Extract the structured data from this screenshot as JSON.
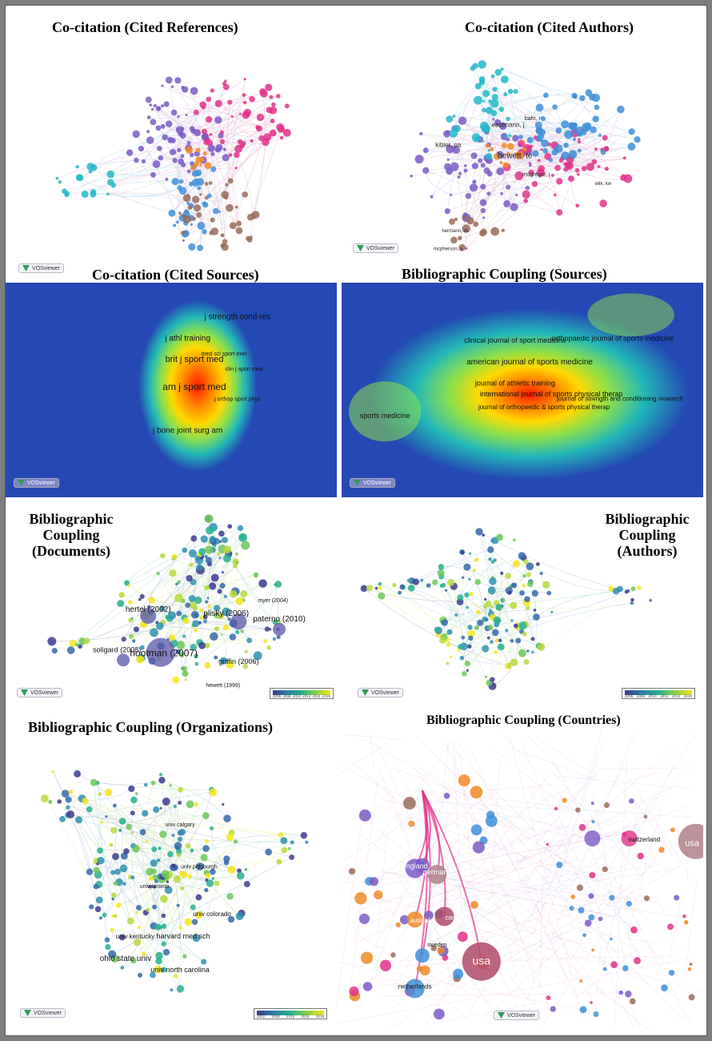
{
  "panels": {
    "p1": {
      "title": "Co-citation (Cited References)"
    },
    "p2": {
      "title": "Co-citation (Cited Authors)"
    },
    "p3": {
      "title": "Co-citation (Cited Sources)"
    },
    "p4": {
      "title": "Bibliographic Coupling (Sources)"
    },
    "p5": {
      "title_line1": "Bibliographic",
      "title_line2": "Coupling",
      "title_line3": "(Documents)"
    },
    "p6": {
      "title_line1": "Bibliographic",
      "title_line2": "Coupling",
      "title_line3": "(Authors)"
    },
    "p7": {
      "title": "Bibliographic Coupling (Organizations)"
    },
    "p8": {
      "title": "Bibliographic Coupling (Countries)"
    }
  },
  "watermark": {
    "label": "VOSviewer"
  },
  "colors": {
    "purple": "#7a5bc4",
    "pink": "#e0338a",
    "teal": "#22b8c8",
    "blue": "#3f8fd8",
    "orange": "#f08a24",
    "brown": "#9a6b5a",
    "heat_bg": "#2448b4"
  },
  "legends": {
    "documents_years": [
      "2006",
      "2008",
      "2010",
      "2012",
      "2014",
      "2016"
    ],
    "authors_years": [
      "2006",
      "2008",
      "2010",
      "2012",
      "2014",
      "2016"
    ],
    "organizations_years": [
      "2002",
      "2006",
      "2010",
      "2014",
      "2018"
    ]
  },
  "node_labels": {
    "cited_authors": [
      "hewett, te",
      "kibler, pa",
      "eastmann, j",
      "bahr, r",
      "hermann, ds",
      "mcpherson, a",
      "mcgregor, j",
      "wilk, kw"
    ],
    "cited_sources": [
      "am j sport med",
      "brit j sport med",
      "j athl training",
      "j strength cond res",
      "j bone joint surg am",
      "j orthop sport phys",
      "med sci sport exer",
      "clin j sport med"
    ],
    "sources": [
      "american journal of sports medicine",
      "clinical journal of sport medicine",
      "journal of athletic training",
      "international journal of sports physical therap",
      "journal of orthopaedic & sports physical therap",
      "sports medicine",
      "orthopaedic journal of sports medicine",
      "journal of strength and conditioning research"
    ],
    "documents": [
      "hootman (2007)",
      "hertel (2002)",
      "plisky (2006)",
      "paterno (2010)",
      "soligard (2008)",
      "griffin (2006)",
      "myer (2004)",
      "hewett (1999)"
    ],
    "organizations": [
      "ohio state univ",
      "univ north carolina",
      "harvard med sch",
      "univ colorado",
      "univ kentucky",
      "univ toronto",
      "univ calgary",
      "univ pittsburgh"
    ],
    "countries": [
      "usa",
      "england",
      "germany",
      "canada",
      "australia",
      "sweden",
      "netherlands",
      "switzerland"
    ]
  }
}
